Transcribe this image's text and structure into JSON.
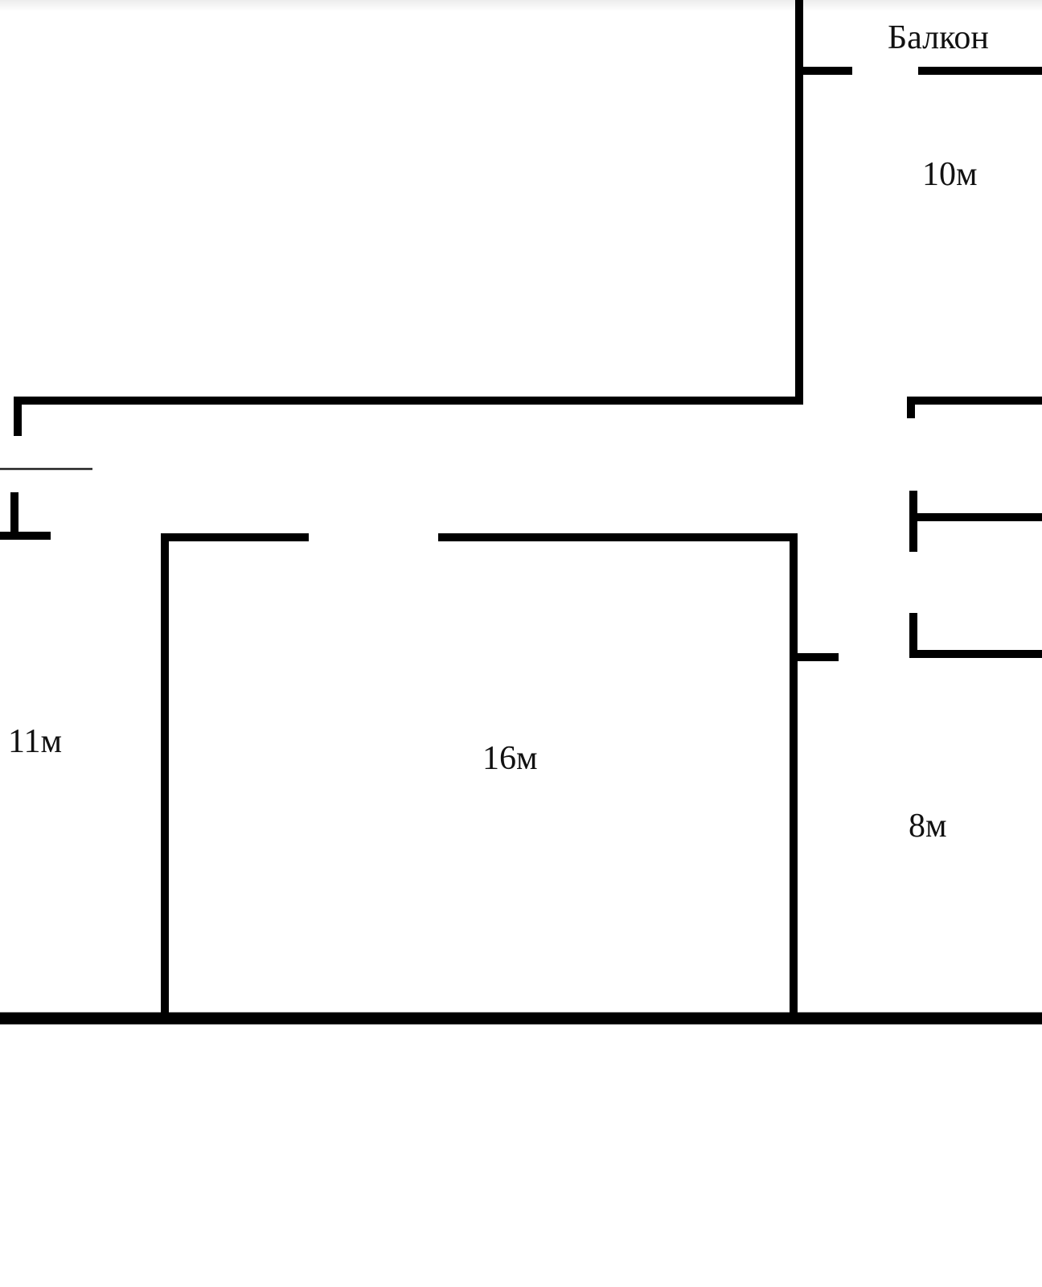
{
  "plan": {
    "wall_color": "#000000",
    "labels": {
      "balcony": "Балкон",
      "room_top_right": "10м",
      "room_left": "11м",
      "room_center": "16м",
      "room_right": "8м"
    }
  }
}
